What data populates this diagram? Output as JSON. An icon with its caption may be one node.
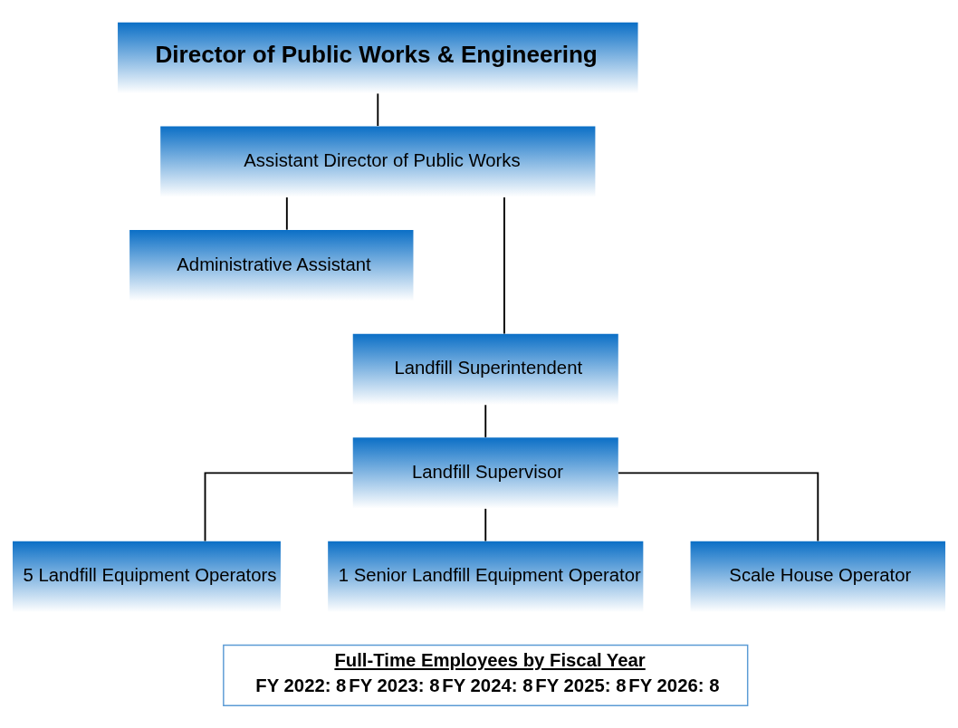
{
  "diagram": {
    "nodes": [
      {
        "text": [
          "Director of Public Works & Engineering"
        ]
      },
      {
        "text": [
          "Assistant Director of Public Works"
        ]
      },
      {
        "text": [
          "Administrative Assistant"
        ]
      },
      {
        "text": [
          "Landfill Superintendent"
        ]
      },
      {
        "text": [
          "Landfill Supervisor"
        ]
      },
      {
        "text": [
          "5 Landfill Equipment Operators"
        ]
      },
      {
        "text": [
          "1 Senior Landfill Equipment Operator"
        ]
      },
      {
        "text": [
          "Scale House Operator"
        ]
      },
      {
        "text": [
          "Full-Time Employees by Fiscal Year",
          "FY 2022: 8",
          "FY 2023: 8",
          "FY 2024: 8",
          "FY 2025: 8",
          "FY 2026: 8"
        ]
      }
    ],
    "edges": [
      {
        "from": 0,
        "to": 1,
        "arrow": "none"
      },
      {
        "from": 1,
        "to": 2,
        "arrow": "none"
      },
      {
        "from": 1,
        "to": 3,
        "arrow": "none"
      },
      {
        "from": 3,
        "to": 4,
        "arrow": "none"
      },
      {
        "from": 4,
        "to": 5,
        "arrow": "none"
      },
      {
        "from": 4,
        "to": 6,
        "arrow": "none"
      },
      {
        "from": 4,
        "to": 7,
        "arrow": "none"
      }
    ]
  }
}
